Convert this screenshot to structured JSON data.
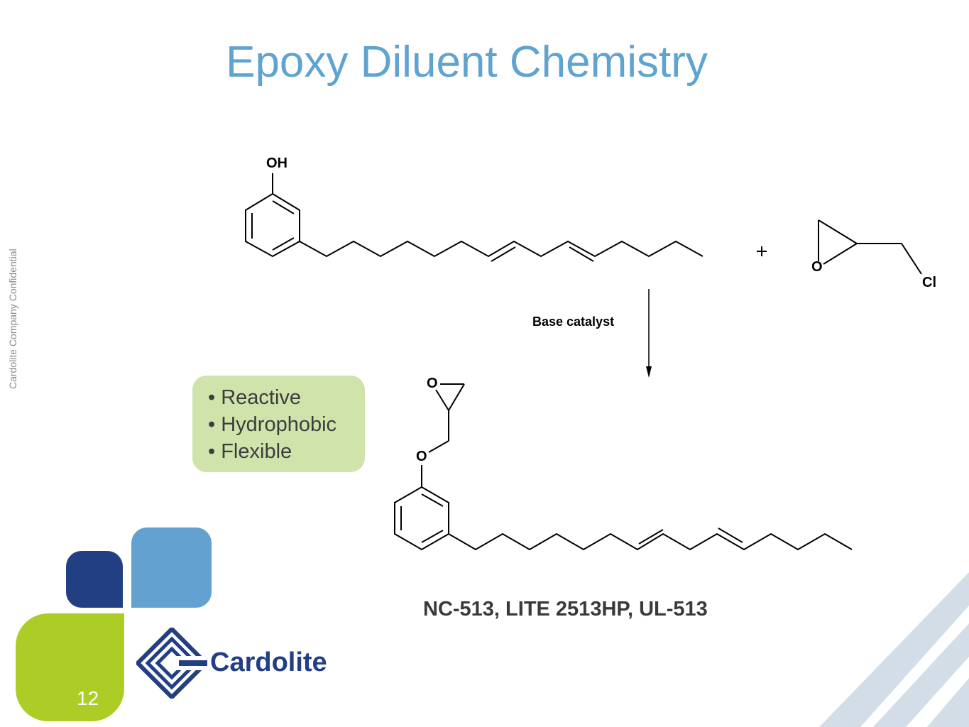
{
  "slide": {
    "title": "Epoxy Diluent Chemistry",
    "side_label": "Cardolite Company Confidential",
    "page_number": "12",
    "brand_name": "Cardolite",
    "products": "NC-513, LITE 2513HP, UL-513"
  },
  "reaction": {
    "reactant1_group": "OH",
    "plus": "+",
    "reactant2_oxygen": "O",
    "reactant2_halogen": "Cl",
    "condition": "Base catalyst",
    "product_ring_oxygen": "O",
    "product_ether_oxygen": "O"
  },
  "callout": {
    "items": [
      "• Reactive",
      "• Hydrophobic",
      "• Flexible"
    ]
  },
  "colors": {
    "title": "#5fa3d1",
    "dark_blue": "#233f83",
    "light_blue": "#63a2d0",
    "green": "#abcd26",
    "callout_bg": "#cfe3ab",
    "stripes": "#d2dde8"
  }
}
